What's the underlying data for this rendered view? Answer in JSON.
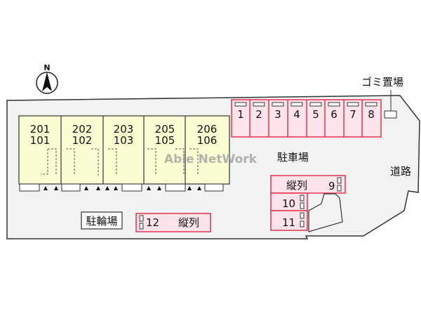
{
  "compass": {
    "label": "N"
  },
  "units": [
    {
      "upper": "201",
      "lower": "101"
    },
    {
      "upper": "202",
      "lower": "102"
    },
    {
      "upper": "203",
      "lower": "103"
    },
    {
      "upper": "205",
      "lower": "105"
    },
    {
      "upper": "206",
      "lower": "106"
    }
  ],
  "parking": {
    "label": "駐車場",
    "top_row": [
      "1",
      "2",
      "3",
      "4",
      "5",
      "6",
      "7",
      "8"
    ],
    "tandem_label": "縦列",
    "right_column": [
      "9",
      "10",
      "11"
    ]
  },
  "bike_parking": {
    "label": "駐輪場",
    "space": "12",
    "tandem_label": "縦列"
  },
  "garbage": {
    "label": "ゴミ置場"
  },
  "road": {
    "label": "道路"
  },
  "watermark": "Able NetWork",
  "colors": {
    "parking_fill": "#fde4ea",
    "parking_stroke": "#e0334f",
    "building_fill": "#fdfdd4",
    "site_fill": "#f2f2f2"
  }
}
